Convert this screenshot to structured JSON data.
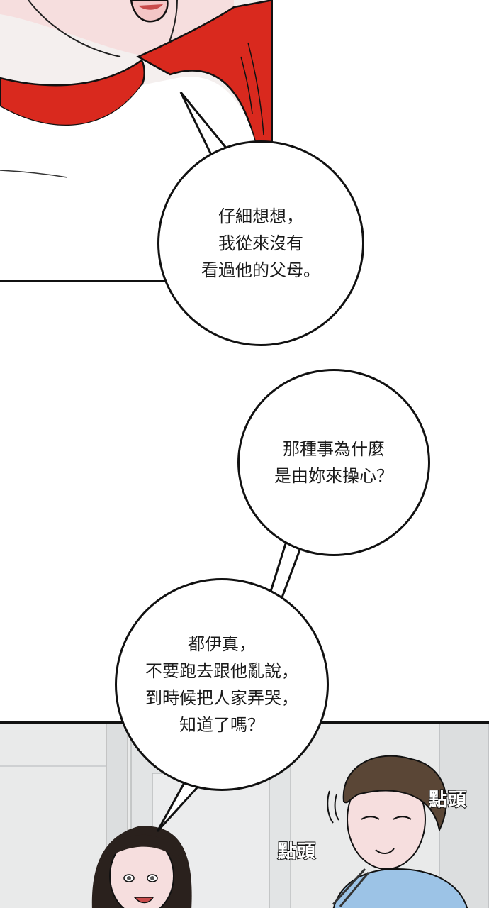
{
  "bubbles": {
    "first": "仔細想想，\n我從來沒有\n看過他的父母。",
    "second": "那種事為什麼\n是由妳來操心？",
    "third": "都伊真，\n不要跑去跟他亂說，\n到時候把人家弄哭，\n知道了嗎？"
  },
  "sfx": {
    "nod_right": "點頭",
    "nod_left": "點頭"
  },
  "colors": {
    "shirt_red": "#d9291e",
    "skin": "#f6dede",
    "hair_dark": "#2a211d",
    "hair_brown": "#5a4636",
    "scrubs_blue": "#9cc3e6"
  }
}
